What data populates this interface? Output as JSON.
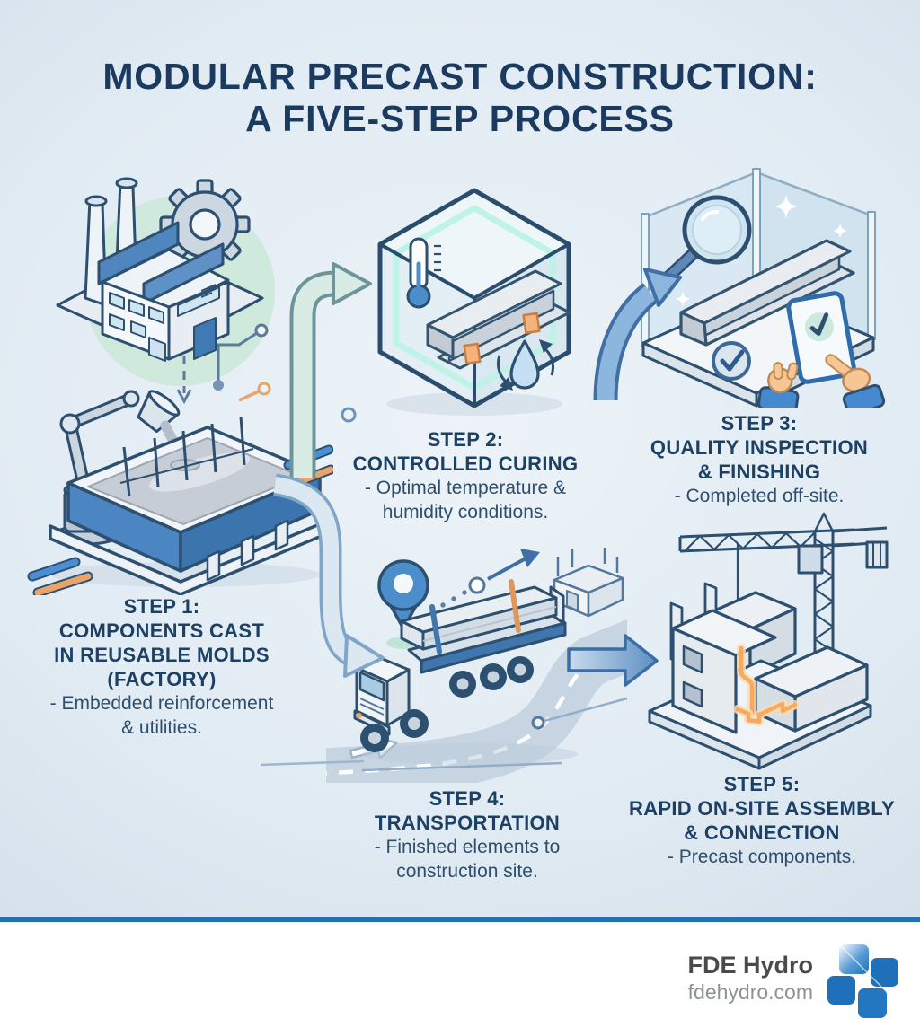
{
  "title": {
    "line1": "MODULAR PRECAST CONSTRUCTION:",
    "line2": "A FIVE-STEP PROCESS"
  },
  "steps": [
    {
      "name": "components-cast-in-reusable-molds",
      "heading_lines": [
        "STEP 1:",
        "COMPONENTS CAST",
        "IN REUSABLE MOLDS",
        "(FACTORY)"
      ],
      "desc_lines": [
        "- Embedded reinforcement",
        "& utilities."
      ],
      "icons": [
        "factory-icon",
        "gear-icon",
        "chimney-icon",
        "robotic-arm-icon",
        "casting-mold-icon",
        "rebar-icon",
        "utility-conduit-icon"
      ]
    },
    {
      "name": "controlled-curing",
      "heading_lines": [
        "STEP 2:",
        "CONTROLLED CURING"
      ],
      "desc_lines": [
        "- Optimal temperature &",
        "humidity conditions."
      ],
      "icons": [
        "curing-chamber-icon",
        "thermometer-icon",
        "concrete-beam-icon",
        "humidity-droplet-icon",
        "cycle-arrows-icon"
      ]
    },
    {
      "name": "quality-inspection-finishing",
      "heading_lines": [
        "STEP 3:",
        "QUALITY INSPECTION",
        "& FINISHING"
      ],
      "desc_lines": [
        "- Completed off-site."
      ],
      "icons": [
        "magnifier-icon",
        "inspection-beam-icon",
        "checklist-tablet-icon",
        "checkmark-icon",
        "sparkle-icon",
        "hands-icon"
      ]
    },
    {
      "name": "transportation",
      "heading_lines": [
        "STEP 4:",
        "TRANSPORTATION"
      ],
      "desc_lines": [
        "- Finished elements to",
        "construction site."
      ],
      "icons": [
        "flatbed-truck-icon",
        "location-pin-icon",
        "route-road-icon",
        "destination-site-icon",
        "route-arrow-icon"
      ]
    },
    {
      "name": "rapid-onsite-assembly-connection",
      "heading_lines": [
        "STEP 5:",
        "RAPID ON-SITE ASSEMBLY",
        "& CONNECTION"
      ],
      "desc_lines": [
        "- Precast components."
      ],
      "icons": [
        "tower-crane-icon",
        "modular-building-icon",
        "puzzle-seam-icon",
        "lifted-module-icon"
      ]
    }
  ],
  "flow_arrows": [
    {
      "from": "step-1",
      "to": "step-2"
    },
    {
      "from": "step-2",
      "to": "step-3"
    },
    {
      "from": "step-1",
      "to": "step-4"
    },
    {
      "from": "step-4",
      "to": "step-5"
    }
  ],
  "footer": {
    "brand": "FDE Hydro",
    "website": "fdehydro.com",
    "logo": "fde-hydro-logo"
  },
  "colors": {
    "background": "#e1ebf3",
    "title_navy": "#1a3a5f",
    "heading_navy": "#1c4165",
    "body_text": "#2f4e6c",
    "outline_navy": "#2d4f70",
    "accent_blue": "#4c86c2",
    "accent_teal": "#cfe9dd",
    "accent_orange": "#e8a56a",
    "divider_blue": "#2271b8",
    "logo_blue": "#1e70ba",
    "brand_gray": "#4a4a4a",
    "website_gray": "#8e9297"
  }
}
